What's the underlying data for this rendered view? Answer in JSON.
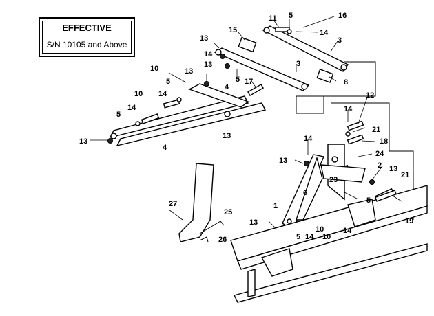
{
  "notice": {
    "title": "EFFECTIVE",
    "subtitle": "S/N 10105 and  Above"
  },
  "callouts": [
    {
      "key": "c11a",
      "text": "11"
    },
    {
      "key": "c5a",
      "text": "5"
    },
    {
      "key": "c16",
      "text": "16"
    },
    {
      "key": "c15",
      "text": "15"
    },
    {
      "key": "c14a",
      "text": "14"
    },
    {
      "key": "c13a",
      "text": "13"
    },
    {
      "key": "c3a",
      "text": "3"
    },
    {
      "key": "c14b",
      "text": "14"
    },
    {
      "key": "c13b",
      "text": "13"
    },
    {
      "key": "c10a",
      "text": "10"
    },
    {
      "key": "c13c",
      "text": "13"
    },
    {
      "key": "c3b",
      "text": "3"
    },
    {
      "key": "c5b",
      "text": "5"
    },
    {
      "key": "c5c",
      "text": "5"
    },
    {
      "key": "c4a",
      "text": "4"
    },
    {
      "key": "c17",
      "text": "17"
    },
    {
      "key": "c8",
      "text": "8"
    },
    {
      "key": "c10b",
      "text": "10"
    },
    {
      "key": "c14c",
      "text": "14"
    },
    {
      "key": "c5d",
      "text": "5"
    },
    {
      "key": "c14d",
      "text": "14"
    },
    {
      "key": "c12",
      "text": "12"
    },
    {
      "key": "c14e",
      "text": "14"
    },
    {
      "key": "c13d",
      "text": "13"
    },
    {
      "key": "c21a",
      "text": "21"
    },
    {
      "key": "c13e",
      "text": "13"
    },
    {
      "key": "c18",
      "text": "18"
    },
    {
      "key": "c4b",
      "text": "4"
    },
    {
      "key": "c14f",
      "text": "14"
    },
    {
      "key": "c24",
      "text": "24"
    },
    {
      "key": "c13f",
      "text": "13"
    },
    {
      "key": "c2",
      "text": "2"
    },
    {
      "key": "c13g",
      "text": "13"
    },
    {
      "key": "c23",
      "text": "23"
    },
    {
      "key": "c6",
      "text": "6"
    },
    {
      "key": "c21b",
      "text": "21"
    },
    {
      "key": "c5e",
      "text": "5"
    },
    {
      "key": "c27",
      "text": "27"
    },
    {
      "key": "c1",
      "text": "1"
    },
    {
      "key": "c25",
      "text": "25"
    },
    {
      "key": "c19",
      "text": "19"
    },
    {
      "key": "c13h",
      "text": "13"
    },
    {
      "key": "c10c",
      "text": "10"
    },
    {
      "key": "c14g",
      "text": "14"
    },
    {
      "key": "c5f",
      "text": "5"
    },
    {
      "key": "c14h",
      "text": "14"
    },
    {
      "key": "c10d",
      "text": "10"
    },
    {
      "key": "c26",
      "text": "26"
    }
  ]
}
